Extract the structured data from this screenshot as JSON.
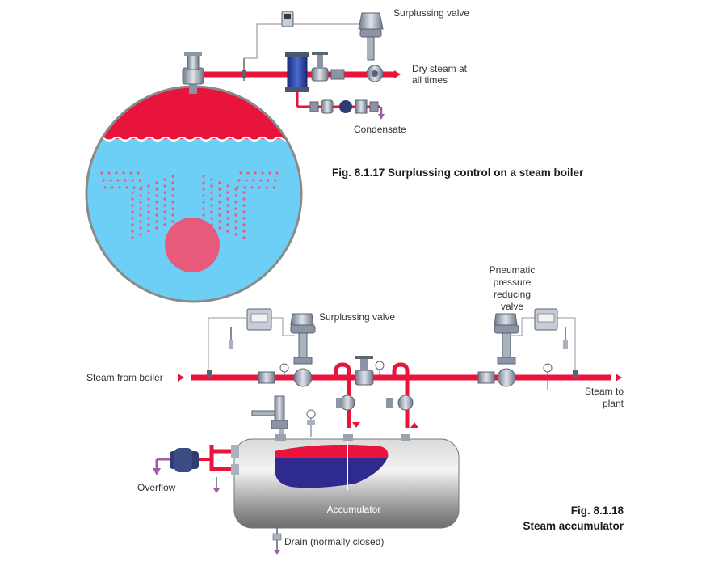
{
  "fig1": {
    "caption": "Fig. 8.1.17 Surplussing control on a steam boiler",
    "labels": {
      "surplussing_valve": "Surplussing valve",
      "dry_steam_1": "Dry steam at",
      "dry_steam_2": "all times",
      "condensate": "Condensate"
    }
  },
  "fig2": {
    "caption_1": "Fig. 8.1.18",
    "caption_2": "Steam accumulator",
    "labels": {
      "pneumatic_1": "Pneumatic",
      "pneumatic_2": "pressure",
      "pneumatic_3": "reducing",
      "pneumatic_4": "valve",
      "surplussing_valve": "Surplussing valve",
      "steam_from_boiler": "Steam from boiler",
      "steam_to_1": "Steam to",
      "steam_to_2": "plant",
      "overflow": "Overflow",
      "accumulator": "Accumulator",
      "drain": "Drain (normally closed)"
    }
  },
  "colors": {
    "steam_red": "#e8143c",
    "water_blue": "#6ecff6",
    "furnace_pink": "#e85a7c",
    "dark_blue": "#2e2a8e",
    "condensate_purple": "#9c5fa8"
  }
}
